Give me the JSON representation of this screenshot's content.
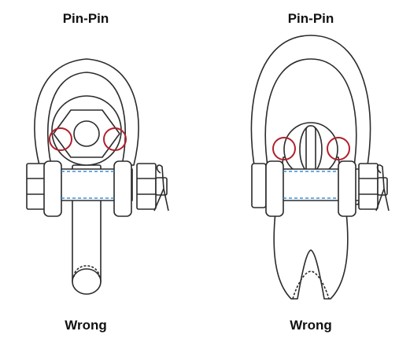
{
  "panels": [
    {
      "title": "Pin-Pin",
      "caption": "Wrong"
    },
    {
      "title": "Pin-Pin",
      "caption": "Wrong"
    }
  ],
  "colors": {
    "outline": "#2b2b2b",
    "contact_circle": "#b0202c",
    "dashed_line": "#3a8fd6",
    "background": "#ffffff"
  }
}
